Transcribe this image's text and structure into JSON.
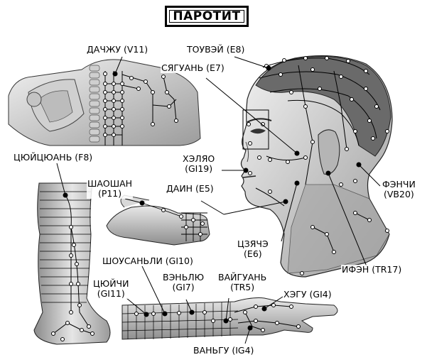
{
  "title": "ПАРОТИТ",
  "labels": {
    "dazhu": "ДАЧЖУ (V11)",
    "touvey": "ТОУВЭЙ (E8)",
    "syaguan": "СЯГУАНЬ (E7)",
    "tsyuytsyuan": "ЦЮЙЦЮАНЬ (F8)",
    "khelyao_1": "ХЭЛЯО",
    "khelyao_2": "(GI19)",
    "shaoshan_1": "ШАОШАН",
    "shaoshan_2": "(P11)",
    "dain": "ДАИН (E5)",
    "fenchi_1": "ФЭНЧИ",
    "fenchi_2": "(VB20)",
    "tszyache_1": "ЦЗЯЧЭ",
    "tszyache_2": "(E6)",
    "shousanli": "ШОУСАНЬЛИ (GI10)",
    "ifen": "ИФЭН (TR17)",
    "tsyuychi_1": "ЦЮЙЧИ",
    "tsyuychi_2": "(GI11)",
    "venlyu_1": "ВЭНЬЛЮ",
    "venlyu_2": "(GI7)",
    "vayguan_1": "ВАЙГУАНЬ",
    "vayguan_2": "(TR5)",
    "khegu": "ХЭГУ (GI4)",
    "vangu": "ВАНЬГУ (IG4)"
  }
}
